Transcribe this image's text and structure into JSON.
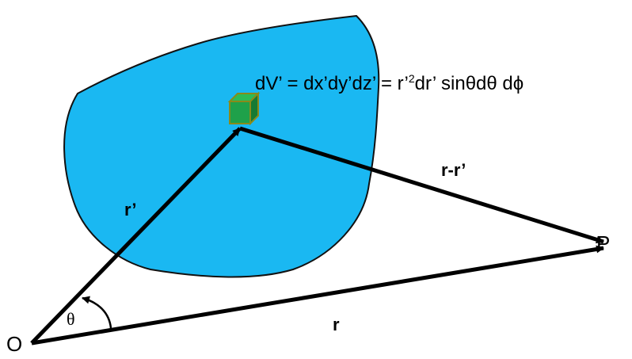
{
  "colors": {
    "region_fill": "#1ab8f2",
    "cube_fill": "#1fa14a",
    "cube_edge": "#8a8a1a",
    "lines": "#000000"
  },
  "labels": {
    "formula_lhs": "dV’ = dx’dy’dz’  = r’",
    "formula_exp": "2",
    "formula_rhs": "dr’ sinθdθ dϕ",
    "r_prime": "r’",
    "r_diff": "r-r’",
    "r": "r",
    "P": "P",
    "O": "O",
    "theta": "θ"
  },
  "icons": {
    "volume_element": "green-cube-icon"
  }
}
